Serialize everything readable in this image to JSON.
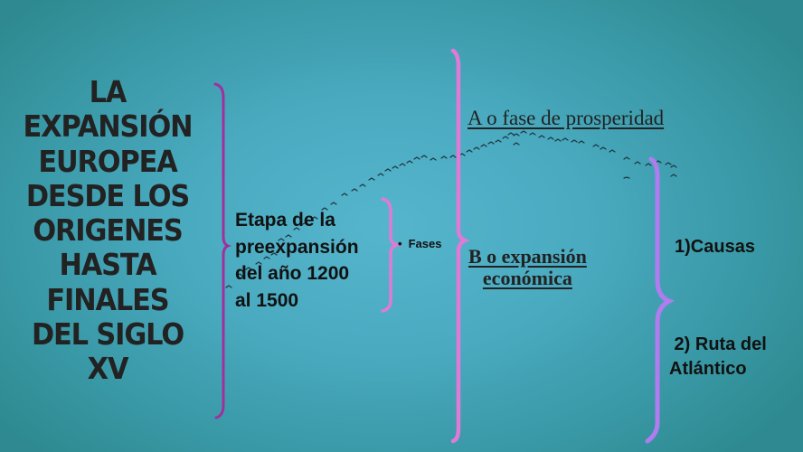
{
  "slide": {
    "background": {
      "center_color": "#55b5cc",
      "edge_color": "#2e8a90"
    },
    "title": {
      "lines": [
        "LA",
        "EXPANSIÓN",
        "EUROPEA",
        "DESDE LOS",
        "ORIGENES",
        "HASTA",
        "FINALES",
        "DEL SIGLO",
        "XV"
      ],
      "color": "#222222"
    },
    "stage": {
      "lines": [
        "Etapa de la",
        "preexpansión",
        "del año 1200",
        "al 1500"
      ]
    },
    "fases": {
      "bullet": "•",
      "label": "Fases"
    },
    "phases": {
      "a": {
        "label": "A o fase de prosperidad"
      },
      "b": {
        "lines": [
          "B o expansión",
          "económica "
        ]
      }
    },
    "causes": {
      "first": {
        "label": "1)Causas"
      },
      "second": {
        "lines": [
          " 2) Ruta del",
          "Atlántico"
        ]
      }
    },
    "brackets": {
      "title_bracket_color": "#a0309e",
      "stage_bracket_color": "#e07ad6",
      "phases_bracket_color": "#e07ad6",
      "causes_bracket_color": "#b07cf0"
    },
    "decoration": {
      "birds_icon": "flock-of-birds",
      "bird_color": "#1e3440"
    }
  }
}
